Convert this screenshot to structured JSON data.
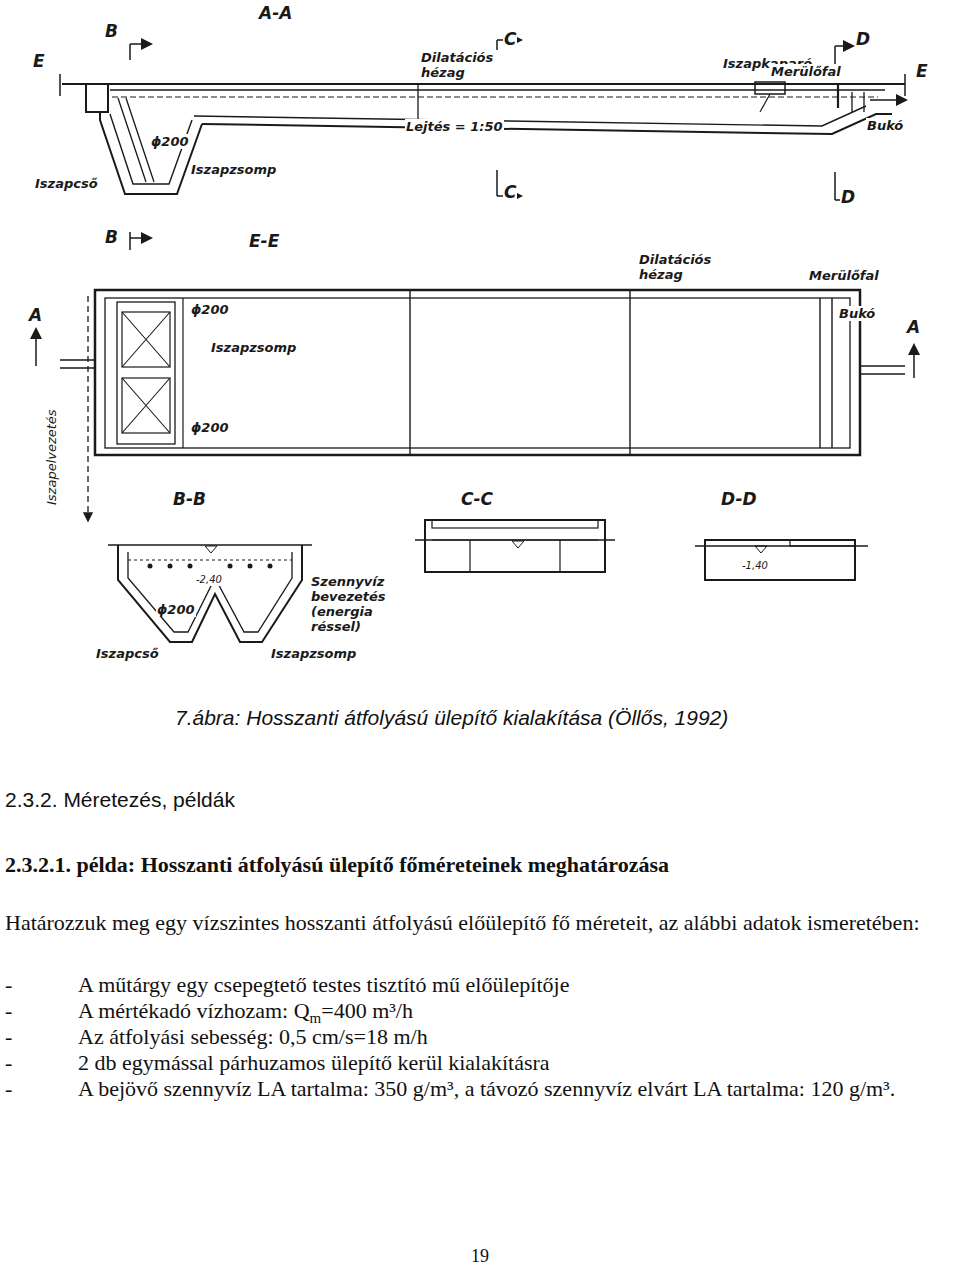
{
  "diagram": {
    "caption": "7.ábra: Hosszanti átfolyású ülepítő kialakítása (Öllős, 1992)",
    "labels": [
      "A-A",
      "B",
      "E",
      "C",
      "Dilatációs hézag",
      "Iszapkaparó",
      "D",
      "Merülőfal",
      "E",
      "Lejtés = 1:50",
      "Bukó",
      "ϕ200",
      "Iszapcső",
      "Iszapzsomp",
      "C",
      "D",
      "B",
      "E-E",
      "Dilatációs hézag",
      "Merülőfal",
      "Bukó",
      "A",
      "A",
      "ϕ200",
      "Iszapzsomp",
      "ϕ200",
      "Iszapelvezetés",
      "B-B",
      "C-C",
      "D-D",
      "-2,40",
      "ϕ200",
      "Szennyvíz bevezetés (energia réssel)",
      "Iszapcső",
      "Iszapzsomp",
      "-1,40",
      "2.3.2. Méretezés, példák",
      "2.3.2.1. példa: Hosszanti átfolyású ülepítő főméreteinek meghatározása",
      "Határozzuk meg egy vízszintes hosszanti átfolyású előülepítő fő méreteit, az alábbi adatok ismeretében:",
      "-",
      "A műtárgy egy csepegtető testes tisztító mű előülepítője",
      "-",
      "A mértékadó vízhozam: Q",
      "m",
      "=400 m³/h",
      "-",
      "Az átfolyási sebesség: 0,5 cm/s=18 m/h",
      "-",
      "2 db egymással párhuzamos ülepítő kerül kialakításra",
      "-",
      "A bejövő szennyvíz LA tartalma: 350 g/m³, a távozó szennyvíz elvárt LA tartalma: 120 g/m³.",
      "19"
    ]
  }
}
